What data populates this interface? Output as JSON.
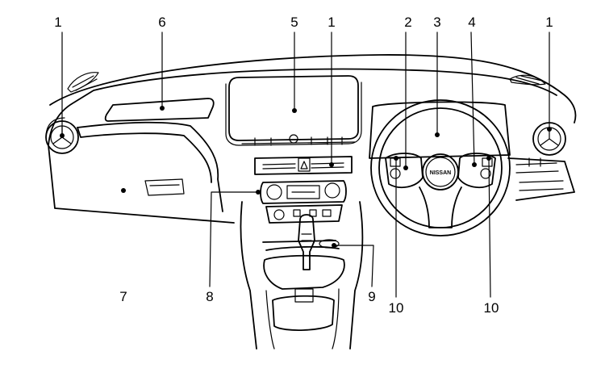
{
  "callouts": {
    "c1_left": "1",
    "c6": "6",
    "c5": "5",
    "c1_center": "1",
    "c2": "2",
    "c3": "3",
    "c4": "4",
    "c1_right": "1",
    "c7": "7",
    "c8": "8",
    "c9": "9",
    "c10_left": "10",
    "c10_right": "10"
  },
  "steering_logo_text": "NISSAN"
}
